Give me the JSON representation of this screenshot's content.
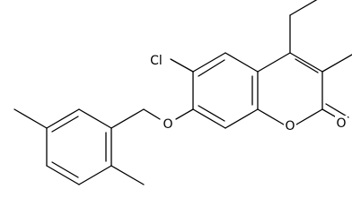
{
  "structure": {
    "atoms": {
      "chlorine": "Cl",
      "ether_oxygen": "O",
      "ring_oxygen": "O",
      "carbonyl_oxygen": "O"
    }
  }
}
